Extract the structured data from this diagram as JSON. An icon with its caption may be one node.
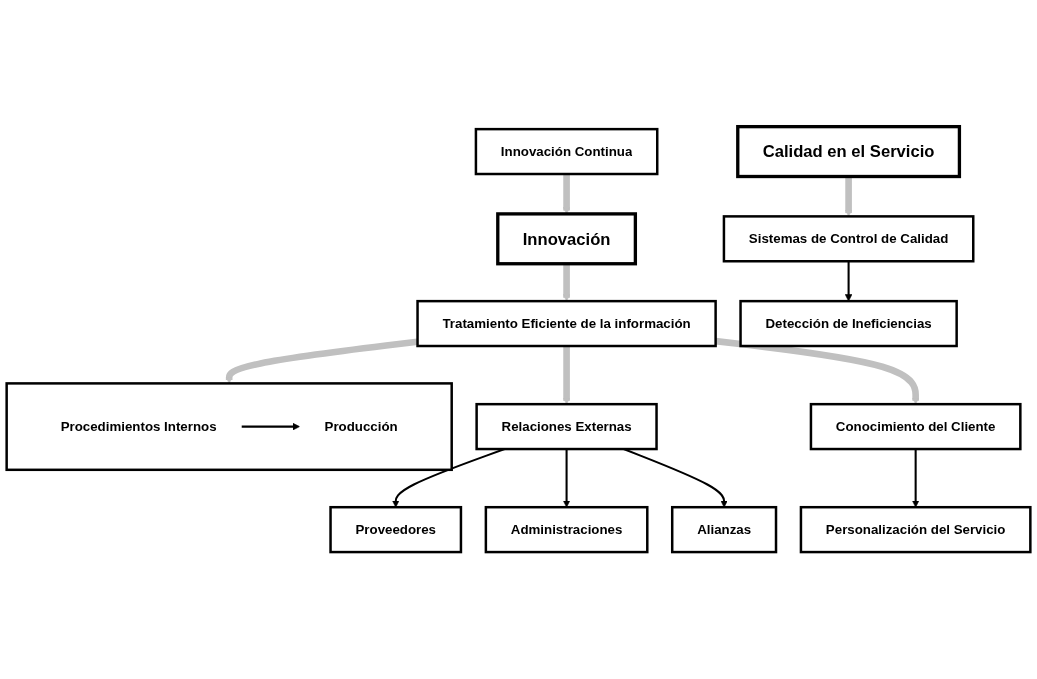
{
  "diagram": {
    "nodes": [
      {
        "text": [
          "Innovación Continua"
        ]
      },
      {
        "text": [
          "Innovación"
        ]
      },
      {
        "text": [
          "Tratamiento Eficiente de la información"
        ]
      },
      {
        "text": [
          "Relaciones Externas"
        ]
      },
      {
        "text": [
          "Proveedores"
        ]
      },
      {
        "text": [
          "Administraciones"
        ]
      },
      {
        "text": [
          "Alianzas"
        ]
      },
      {
        "text": [],
        "shape": "box"
      },
      {
        "text": [
          "Procedimientos Internos"
        ],
        "in": 7
      },
      {
        "text": [
          "Producción"
        ],
        "in": 7
      },
      {
        "text": [
          "Conocimiento del Cliente"
        ]
      },
      {
        "text": [
          "Personalización del Servicio"
        ]
      },
      {
        "text": [
          "Calidad en el Servicio"
        ]
      },
      {
        "text": [
          "Sistemas de Control de Calidad"
        ]
      },
      {
        "text": [
          "Detección de Ineficiencias"
        ]
      }
    ],
    "edges": [
      {
        "from": 0,
        "to": 1,
        "arrow": "to",
        "style": "thick",
        "color": "#c0c0c0"
      },
      {
        "from": 1,
        "to": 2,
        "arrow": "to",
        "style": "thick",
        "color": "#c0c0c0"
      },
      {
        "from": 2,
        "to": 3,
        "arrow": "to",
        "style": "thick",
        "color": "#c0c0c0"
      },
      {
        "from": 2,
        "to": 7,
        "arrow": "to",
        "style": "thick",
        "color": "#c0c0c0"
      },
      {
        "from": 2,
        "to": 10,
        "arrow": "to",
        "style": "thick",
        "color": "#c0c0c0"
      },
      {
        "from": 3,
        "to": 4,
        "arrow": "to",
        "color": "#000000"
      },
      {
        "from": 3,
        "to": 5,
        "arrow": "to",
        "color": "#000000"
      },
      {
        "from": 3,
        "to": 6,
        "arrow": "to",
        "color": "#000000"
      },
      {
        "from": 8,
        "to": 9,
        "arrow": "to",
        "color": "#000000"
      },
      {
        "from": 10,
        "to": 11,
        "arrow": "to",
        "color": "#000000"
      },
      {
        "from": 12,
        "to": 13,
        "arrow": "to",
        "style": "thick",
        "color": "#c0c0c0"
      },
      {
        "from": 13,
        "to": 14,
        "arrow": "to",
        "color": "#000000"
      }
    ]
  }
}
